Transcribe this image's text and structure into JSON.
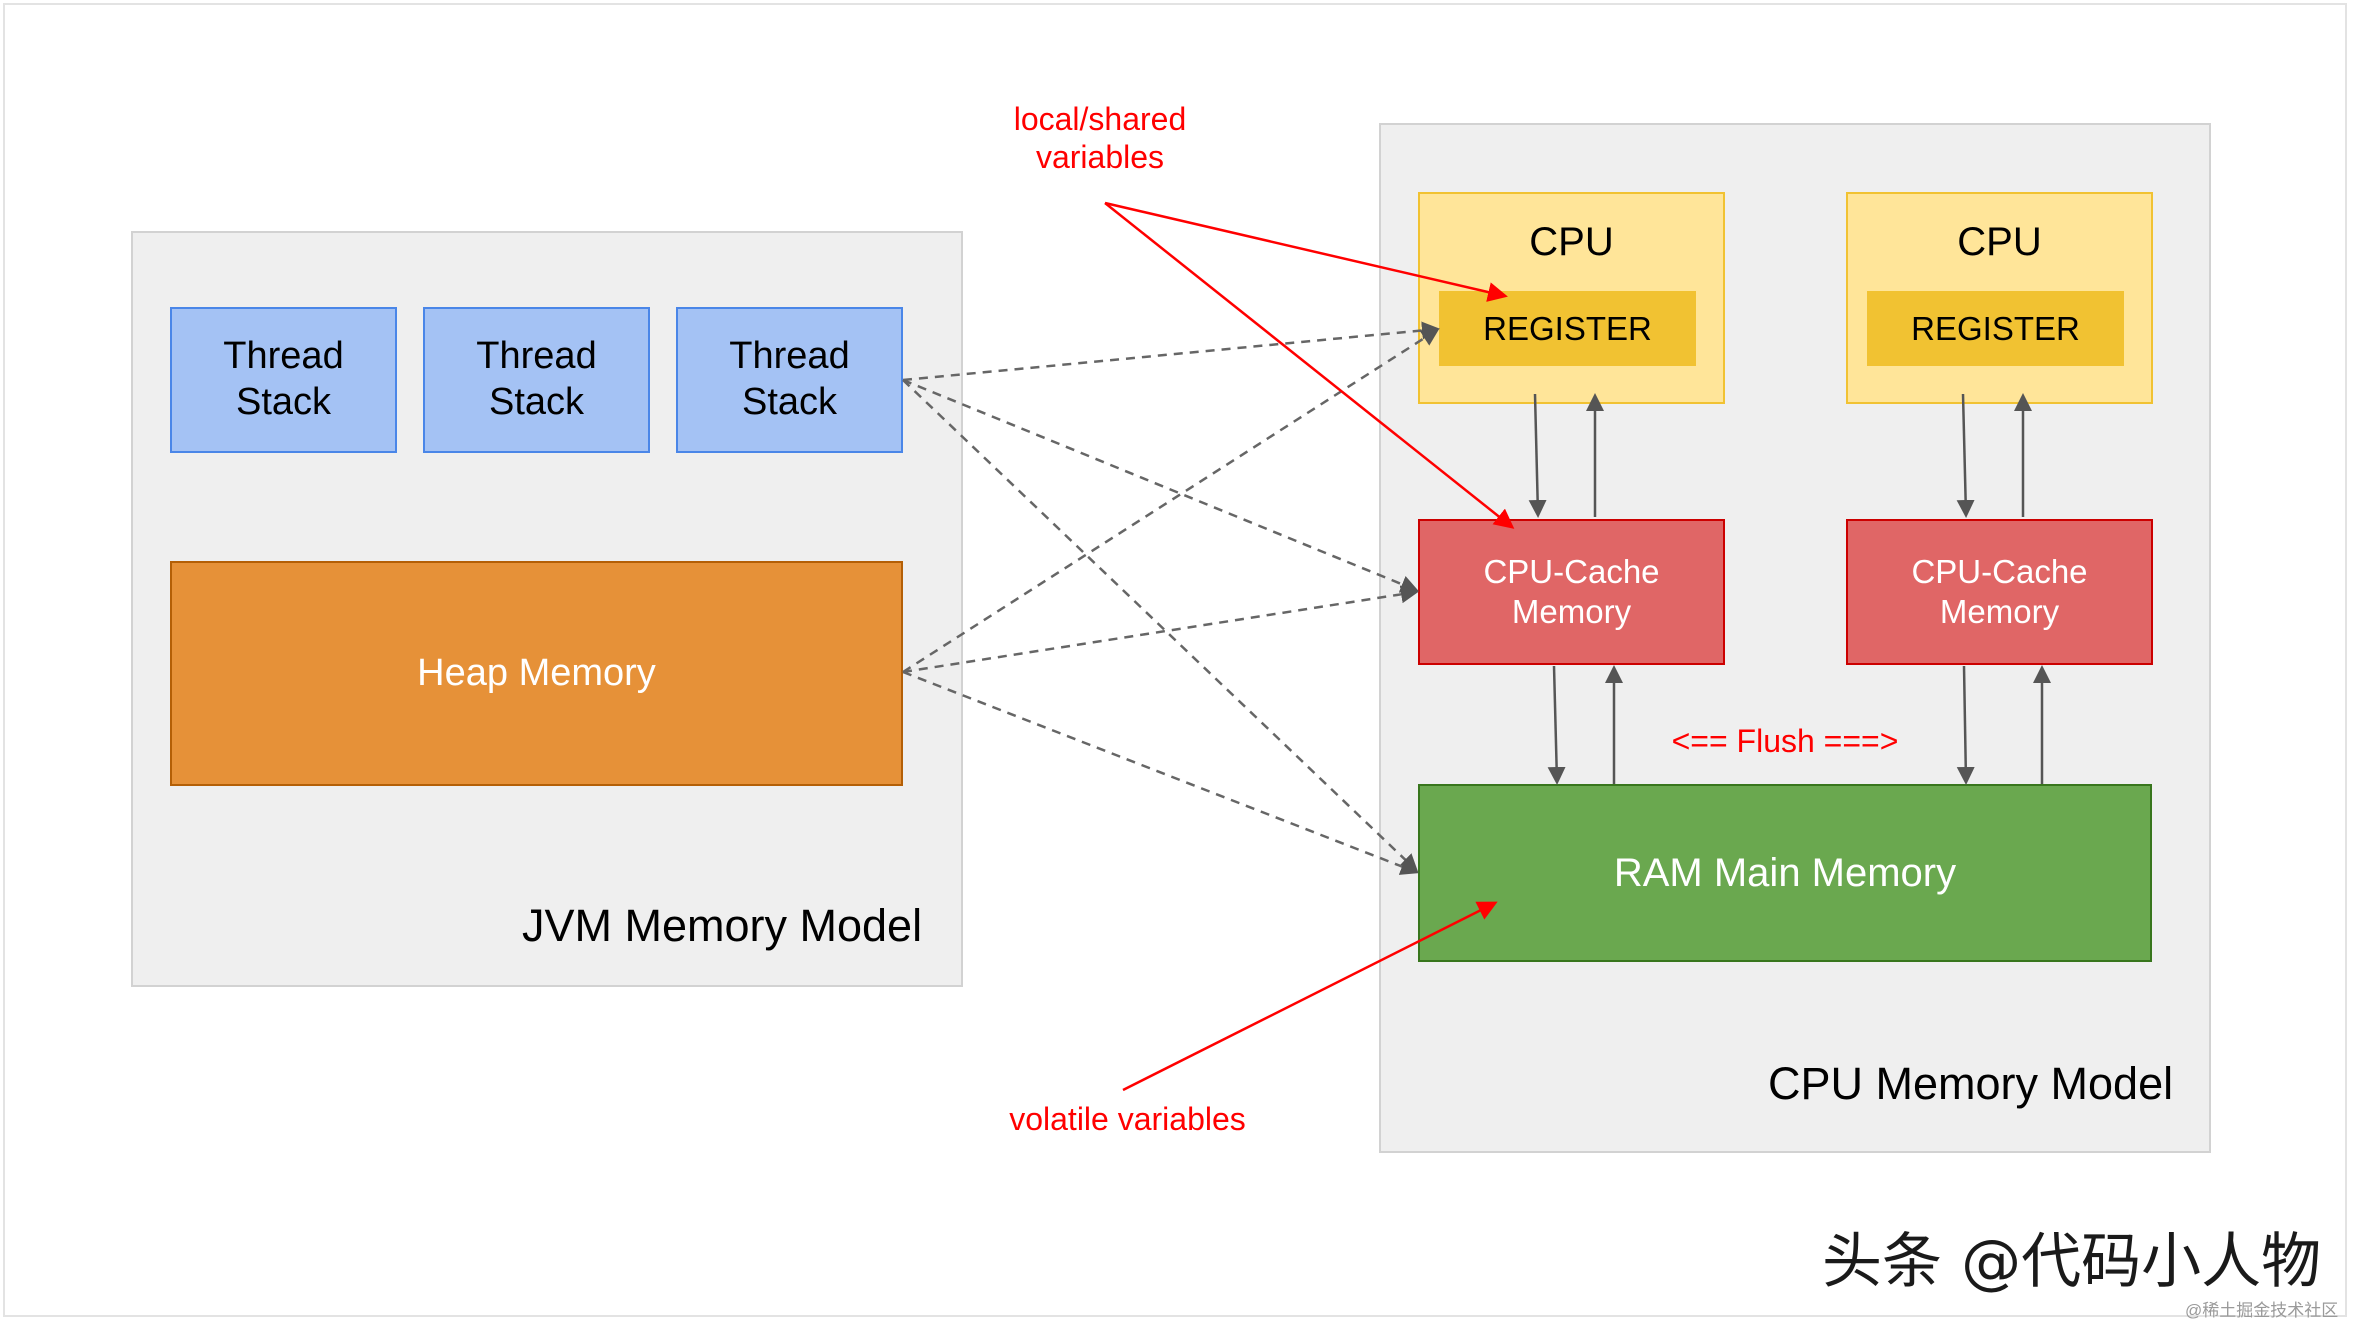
{
  "jvm": {
    "title": "JVM Memory Model",
    "thread_stacks": [
      "Thread\nStack",
      "Thread\nStack",
      "Thread\nStack"
    ],
    "heap": "Heap Memory"
  },
  "cpu_model": {
    "title": "CPU Memory Model",
    "cpus": [
      {
        "label": "CPU",
        "register": "REGISTER",
        "cache": "CPU-Cache\nMemory"
      },
      {
        "label": "CPU",
        "register": "REGISTER",
        "cache": "CPU-Cache\nMemory"
      }
    ],
    "ram": "RAM Main Memory"
  },
  "annotations": {
    "local_shared": "local/shared\nvariables",
    "volatile": "volatile variables",
    "flush": "<== Flush ===>"
  },
  "watermark": {
    "main": "头条 @代码小人物",
    "small": "@稀土掘金技术社区"
  },
  "colors": {
    "thread_stack": "#a4c2f4",
    "heap": "#e69138",
    "cpu": "#ffe599",
    "register": "#f1c232",
    "cache": "#e06666",
    "ram": "#6aa84f",
    "annotation": "#ff0000"
  }
}
